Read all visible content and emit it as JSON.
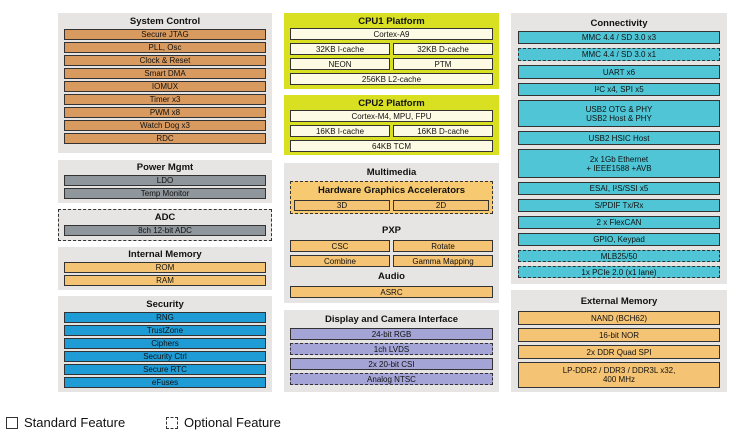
{
  "system_control": {
    "title": "System Control",
    "items": [
      "Secure JTAG",
      "PLL, Osc",
      "Clock & Reset",
      "Smart DMA",
      "IOMUX",
      "Timer x3",
      "PWM x8",
      "Watch Dog x3",
      "RDC"
    ]
  },
  "power_mgmt": {
    "title": "Power Mgmt",
    "items": [
      "LDO",
      "Temp Monitor"
    ]
  },
  "adc": {
    "title": "ADC",
    "item": "8ch 12-bit ADC"
  },
  "internal_memory": {
    "title": "Internal Memory",
    "items": [
      "ROM",
      "RAM"
    ]
  },
  "security": {
    "title": "Security",
    "items": [
      "RNG",
      "TrustZone",
      "Ciphers",
      "Security Ctrl",
      "Secure RTC",
      "eFuses"
    ]
  },
  "cpu1": {
    "title": "CPU1 Platform",
    "core": "Cortex-A9",
    "icache": "32KB I-cache",
    "dcache": "32KB D-cache",
    "neon": "NEON",
    "ptm": "PTM",
    "l2": "256KB L2-cache"
  },
  "cpu2": {
    "title": "CPU2 Platform",
    "core": "Cortex-M4, MPU, FPU",
    "icache": "16KB I-cache",
    "dcache": "16KB D-cache",
    "tcm": "64KB TCM"
  },
  "multimedia": {
    "title": "Multimedia",
    "hga_title": "Hardware Graphics Accelerators",
    "hga_3d": "3D",
    "hga_2d": "2D",
    "pxp_title": "PXP",
    "csc": "CSC",
    "rotate": "Rotate",
    "combine": "Combine",
    "gamma": "Gamma Mapping",
    "audio_title": "Audio",
    "asrc": "ASRC"
  },
  "display": {
    "title": "Display and Camera Interface",
    "items": [
      "24-bit RGB",
      "1ch LVDS",
      "2x 20-bit CSI",
      "Analog NTSC"
    ]
  },
  "connectivity": {
    "title": "Connectivity",
    "items": [
      "MMC 4.4 / SD 3.0 x3",
      "MMC 4.4 / SD 3.0 x1",
      "UART x6",
      "I²C x4, SPI x5",
      "USB2 OTG & PHY\nUSB2 Host & PHY",
      "USB2 HSIC Host",
      "2x 1Gb Ethernet\n+ IEEE1588 +AVB",
      "ESAI, I²S/SSI x5",
      "S/PDIF Tx/Rx",
      "2 x FlexCAN",
      "GPIO, Keypad",
      "MLB25/50",
      "1x PCIe 2.0 (x1 lane)"
    ]
  },
  "external_memory": {
    "title": "External Memory",
    "items": [
      "NAND (BCH62)",
      "16-bit NOR",
      "2x DDR Quad SPI",
      "LP-DDR2 / DDR3 / DDR3L x32,\n400 MHz"
    ]
  },
  "legend": {
    "standard": "Standard Feature",
    "optional": "Optional Feature"
  }
}
